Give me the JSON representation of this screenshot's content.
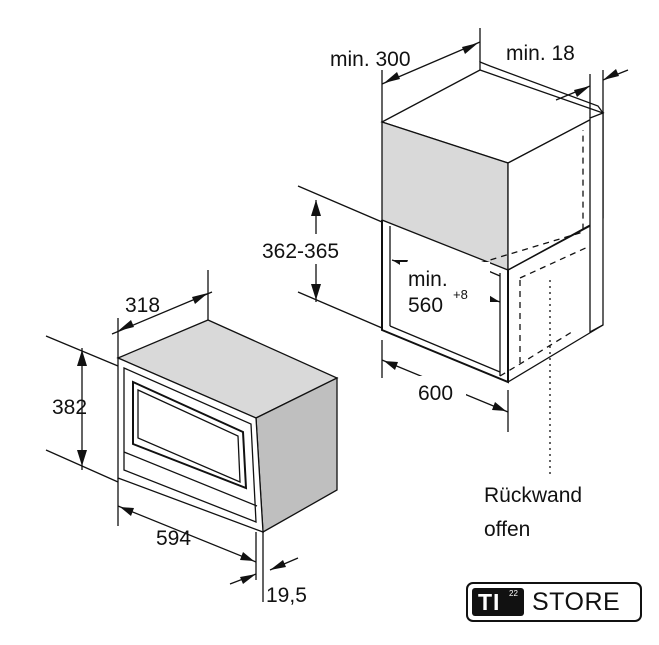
{
  "oven_dimensions": {
    "depth": "318",
    "height": "382",
    "width": "594",
    "front_offset": "19,5"
  },
  "niche_dimensions": {
    "cabinet_depth": "min. 300",
    "side_gap": "min. 18",
    "niche_height": "362-365",
    "min_width_label": "min.",
    "min_width_value": "560",
    "min_width_tolerance": "+8",
    "width": "600"
  },
  "note": {
    "line1": "Rückwand",
    "line2": "offen"
  },
  "logo": {
    "mark": "TI",
    "mark_superscript": "22",
    "word": "STORE"
  }
}
